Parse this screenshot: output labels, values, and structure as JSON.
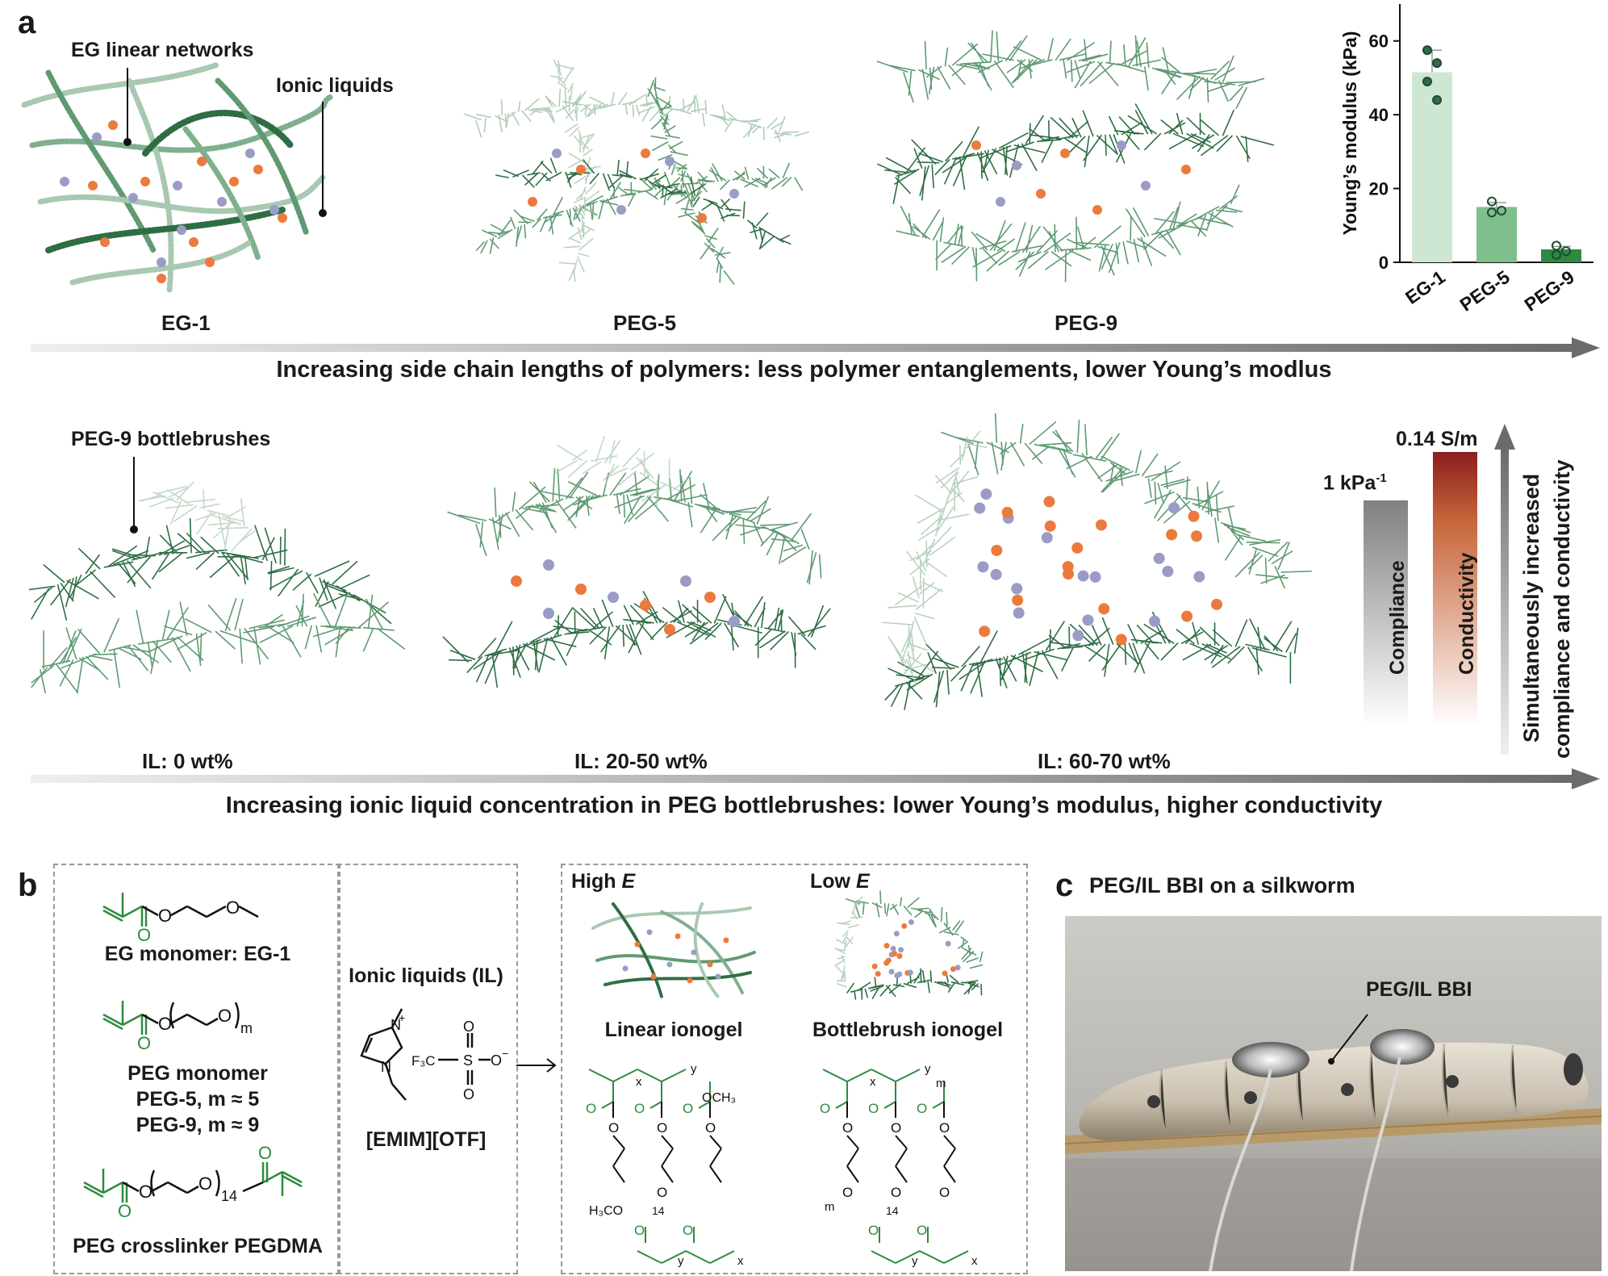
{
  "colors": {
    "brush_dark": "#2f6d44",
    "brush_mid": "#5f9a72",
    "brush_light": "#a9c8b1",
    "ion_orange": "#ec7a3c",
    "ion_purple": "#9a9cc6",
    "arrow_gray": "#6b6b6b",
    "chem_green": "#2e8b3e",
    "bar_eg1": "#cde7d4",
    "bar_peg5": "#7fbf8c",
    "bar_peg9": "#2d8a3e",
    "conductivity_top": "#8a1e1e",
    "compliance_top": "#808080"
  },
  "panel_a": {
    "letter": "a",
    "top_row": {
      "callout_networks": "EG linear networks",
      "callout_ionic": "Ionic liquids",
      "labels": [
        "EG-1",
        "PEG-5",
        "PEG-9"
      ],
      "arrow_caption": "Increasing side chain lengths of polymers: less polymer entanglements, lower Young’s modlus"
    },
    "bottom_row": {
      "callout_bottlebrush": "PEG-9 bottlebrushes",
      "labels": [
        "IL: 0 wt%",
        "IL: 20-50 wt%",
        "IL: 60-70 wt%"
      ],
      "arrow_caption": "Increasing ionic liquid concentration in PEG bottlebrushes: lower Young’s modulus, higher conductivity"
    },
    "gradient_bars": {
      "compliance_label": "Compliance",
      "compliance_value": "1 kPa",
      "compliance_unit_sup": "-1",
      "conductivity_label": "Conductivity",
      "conductivity_value": "0.14 S/m",
      "vertical_caption_1": "Simultaneously increased",
      "vertical_caption_2": "compliance and conductivity"
    }
  },
  "chart_data": {
    "type": "bar",
    "ylabel": "Young’s modulus (kPa)",
    "xlabel": "",
    "categories": [
      "EG-1",
      "PEG-5",
      "PEG-9"
    ],
    "values": [
      51.5,
      15,
      3.5
    ],
    "error": [
      6,
      1.2,
      0.8
    ],
    "points": [
      [
        57.5,
        54,
        49,
        44
      ],
      [
        16.5,
        14,
        13.5
      ],
      [
        4.5,
        3,
        2
      ]
    ],
    "ylim": [
      0,
      70
    ],
    "yticks": [
      0,
      20,
      40,
      60
    ],
    "grid": false
  },
  "panel_b": {
    "letter": "b",
    "eg_monomer": "EG monomer: EG-1",
    "peg_monomer": "PEG monomer",
    "peg5": "PEG-5, m ≈ 5",
    "peg9": "PEG-9, m ≈ 9",
    "crosslinker": "PEG crosslinker PEGDMA",
    "ionic_liquids_title": "Ionic liquids (IL)",
    "il_name": "[EMIM][OTF]",
    "high_e": "High ",
    "low_e": "Low ",
    "e_symbol": "E",
    "linear_ionogel": "Linear ionogel",
    "bottlebrush_ionogel": "Bottlebrush ionogel",
    "chem_o": "O",
    "chem_m": "m",
    "chem_14": "14",
    "chem_x": "x",
    "chem_y": "y",
    "chem_och3": "OCH",
    "chem_h3co": "H",
    "chem_cf3": "F",
    "chem_s": "S",
    "chem_n": "N",
    "chem_plus": "+",
    "chem_minus": "−"
  },
  "panel_c": {
    "letter": "c",
    "title": "PEG/IL BBI on a silkworm",
    "callout": "PEG/IL BBI"
  }
}
